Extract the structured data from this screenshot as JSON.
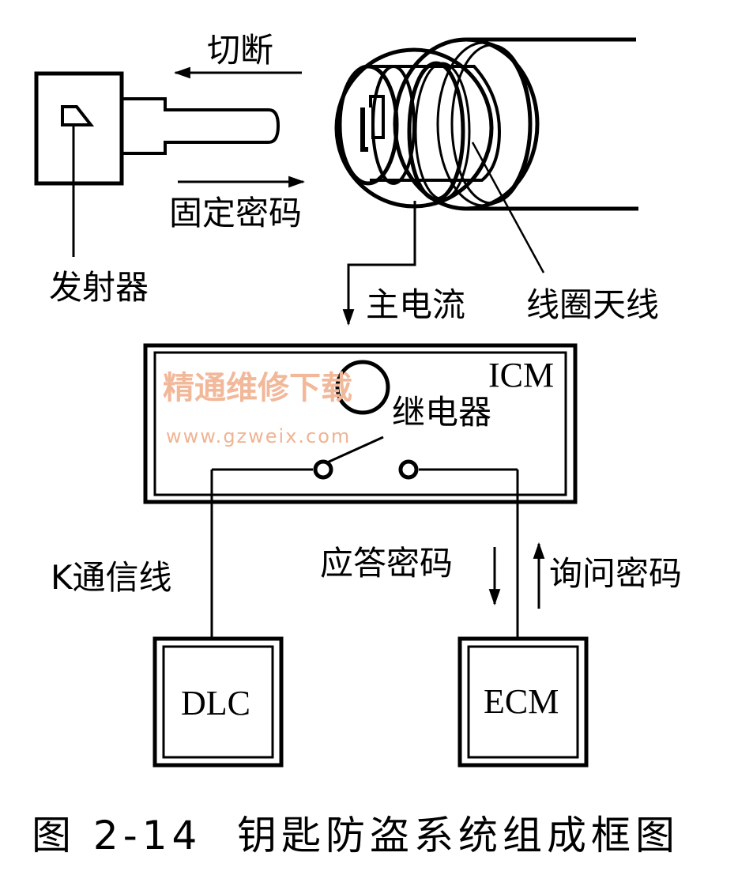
{
  "labels": {
    "cut_off": "切断",
    "fixed_code": "固定密码",
    "transmitter": "发射器",
    "main_current": "主电流",
    "coil_antenna": "线圈天线",
    "icm": "ICM",
    "relay": "继电器",
    "k_line": "K通信线",
    "response_code": "应答密码",
    "query_code": "询问密码",
    "dlc": "DLC",
    "ecm": "ECM"
  },
  "watermark": {
    "text": "精通维修下载",
    "url": "www.gzweix.com",
    "color": "#f2b89a"
  },
  "caption": {
    "figure_number": "图 2-14",
    "title": "钥匙防盗系统组成框图"
  }
}
